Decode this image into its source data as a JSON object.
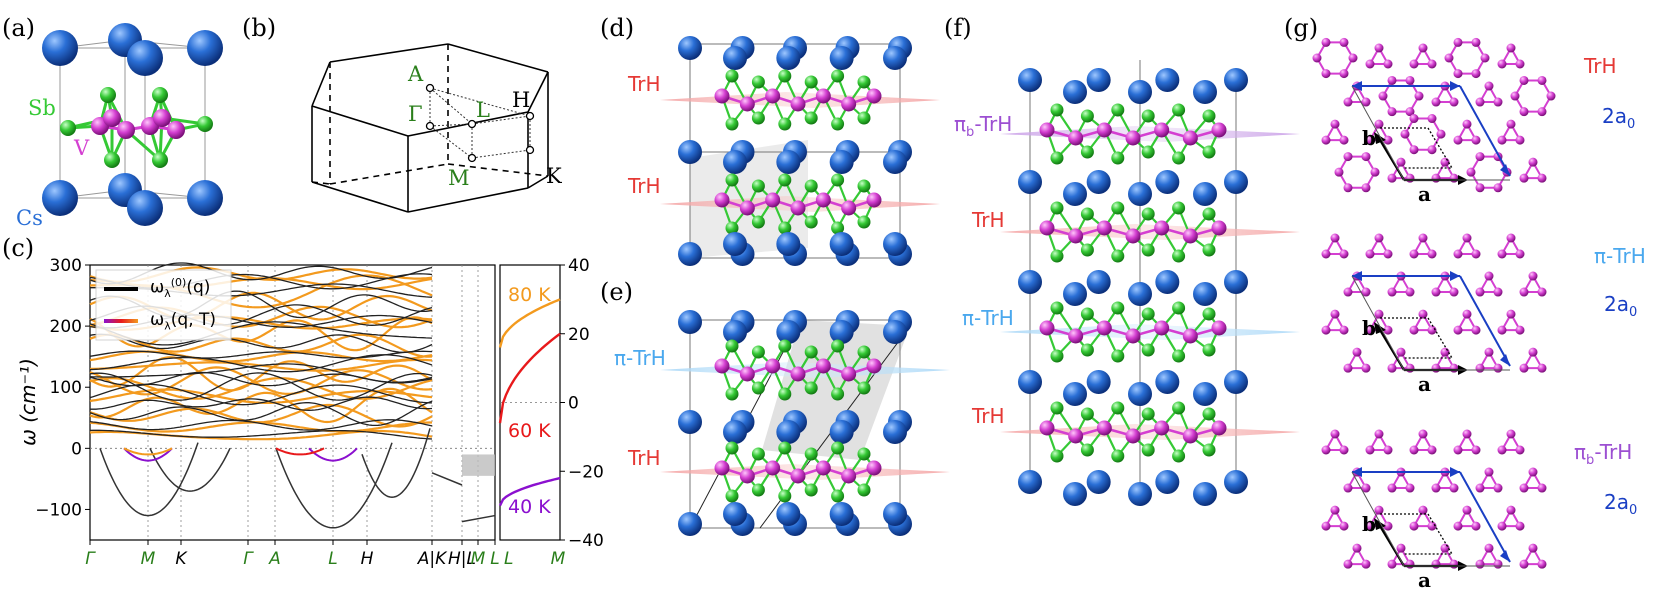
{
  "colors": {
    "cs": "#2a6fd6",
    "sb": "#35c935",
    "v": "#d43fd1",
    "trh": "#e53935",
    "pi": "#4aa8ee",
    "pib": "#9c4fd2",
    "k80": "#f39a1e",
    "k60": "#e8191b",
    "k40": "#8b10cf",
    "blue_arrow": "#1a3fc4",
    "green_text": "#2a7f1b"
  },
  "panels": {
    "a": "(a)",
    "b": "(b)",
    "c": "(c)",
    "d": "(d)",
    "e": "(e)",
    "f": "(f)",
    "g": "(g)"
  },
  "panel_a": {
    "sb": "Sb",
    "v": "V",
    "cs": "Cs"
  },
  "panel_b": {
    "A": "A",
    "Gamma": "Γ",
    "L": "L",
    "H": "H",
    "M": "M",
    "K": "K"
  },
  "panel_d": {
    "top": "TrH",
    "bottom": "TrH"
  },
  "panel_e": {
    "top": "π-TrH",
    "bottom": "TrH"
  },
  "panel_f": {
    "l1": "π",
    "l1_sub": "b",
    "l1_rest": "-TrH",
    "l2": "TrH",
    "l3": "π-TrH",
    "l4": "TrH"
  },
  "panel_g": {
    "top": {
      "label": "TrH",
      "lattice": "2a",
      "lattice_sub": "0",
      "a": "a",
      "b": "b"
    },
    "mid": {
      "label": "π-TrH",
      "lattice": "2a",
      "lattice_sub": "0",
      "a": "a",
      "b": "b"
    },
    "bot": {
      "label_main": "π",
      "label_sub": "b",
      "label_rest": "-TrH",
      "lattice": "2a",
      "lattice_sub": "0",
      "a": "a",
      "b": "b"
    }
  },
  "chart_data": [
    {
      "type": "line",
      "title": "",
      "ylabel": "ω (cm⁻¹)",
      "ylim": [
        -150,
        300
      ],
      "yticks": [
        -100,
        0,
        100,
        200,
        300
      ],
      "yticklabels": [
        "−100",
        "0",
        "100",
        "200",
        "300"
      ],
      "xticklabels": [
        "Γ",
        "M",
        "K",
        "Γ",
        "A",
        "L",
        "H",
        "A|K",
        "H|L",
        "M",
        "L"
      ],
      "legend": [
        {
          "name": "ω_λ^(0)(q)",
          "color": "#000000"
        },
        {
          "name": "ω_λ(q, T)",
          "color": "gradient"
        }
      ],
      "legend_text": {
        "e0": "ω",
        "e0_sub": "λ",
        "e0_sup": "(0)",
        "e0_arg": "(q)",
        "eT": "ω",
        "eT_sub": "λ",
        "eT_arg": "(q, T)"
      },
      "soft_modes": {
        "harmonic_M_min": -110,
        "harmonic_L_min": -130,
        "T80_min": -10,
        "T60_min": -10,
        "T40_min": -20
      }
    },
    {
      "type": "line",
      "ylim": [
        -40,
        40
      ],
      "yticks": [
        -40,
        -20,
        0,
        20,
        40
      ],
      "yticklabels": [
        "−40",
        "−20",
        "0",
        "20",
        "40"
      ],
      "xticklabels": [
        "L",
        "M"
      ],
      "series": [
        {
          "name": "80 K",
          "at_L": 16,
          "at_M": 30
        },
        {
          "name": "60 K",
          "at_L": -6,
          "at_M": 20
        },
        {
          "name": "40 K",
          "at_L": -30,
          "at_M": -22
        }
      ]
    }
  ]
}
